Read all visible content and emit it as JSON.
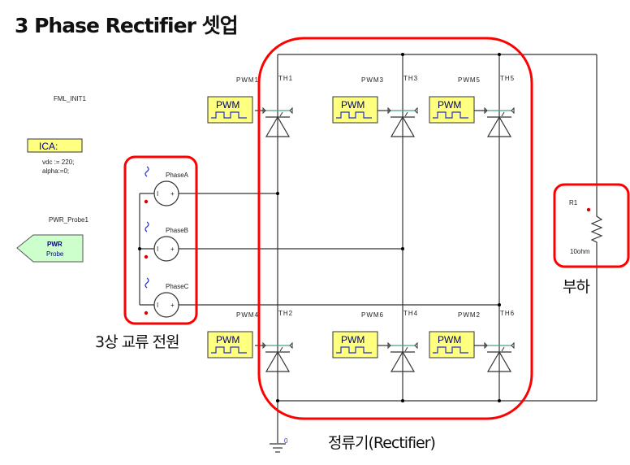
{
  "title": "3 Phase Rectifier 셋업",
  "init_block": {
    "name": "FML_INIT1",
    "box_label": "ICA:",
    "lines": [
      "vdc := 220;",
      "alpha:=0;"
    ]
  },
  "probe": {
    "name": "PWR_Probe1",
    "line1": "PWR",
    "line2": "Probe"
  },
  "sources": [
    {
      "name": "PhaseA"
    },
    {
      "name": "PhaseB"
    },
    {
      "name": "PhaseC"
    }
  ],
  "source_minus": "I",
  "source_plus": "+",
  "pwm_block_label": "PWM",
  "upper_arm": [
    {
      "pwm": "PWM1",
      "thyristor": "TH1"
    },
    {
      "pwm": "PWM3",
      "thyristor": "TH3"
    },
    {
      "pwm": "PWM5",
      "thyristor": "TH5"
    }
  ],
  "lower_arm": [
    {
      "pwm": "PWM4",
      "thyristor": "TH2"
    },
    {
      "pwm": "PWM6",
      "thyristor": "TH4"
    },
    {
      "pwm": "PWM2",
      "thyristor": "TH6"
    }
  ],
  "load": {
    "name": "R1",
    "value": "10ohm"
  },
  "ground_label": "0",
  "annotations": {
    "source": "3상 교류 전원",
    "rectifier": "정류기(Rectifier)",
    "load": "부하"
  },
  "colors": {
    "highlight": "#ff0000",
    "pwm_fill": "#ffff80",
    "probe_fill": "#ccffcc",
    "gate_wire": "#4aa37a",
    "wave": "#2233cc"
  }
}
